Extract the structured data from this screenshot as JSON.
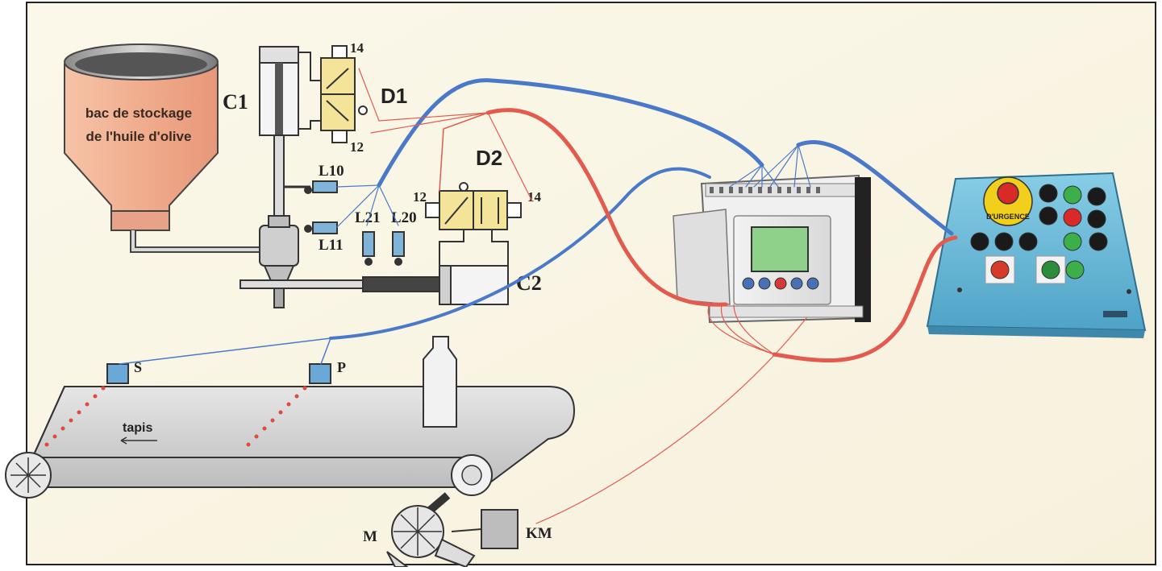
{
  "hopper": {
    "line1": "bac de stockage",
    "line2": "de l'huile d'olive"
  },
  "labels": {
    "c1": "C1",
    "c2": "C2",
    "d1": "D1",
    "d2": "D2",
    "port14_d1": "14",
    "port12_d1": "12",
    "port12_d2": "12",
    "port14_d2": "14",
    "l10": "L10",
    "l11": "L11",
    "l21": "L21",
    "l20": "L20",
    "s": "S",
    "p": "P",
    "tapis": "tapis",
    "m": "M",
    "km": "KM"
  },
  "panel": {
    "emergency_text": "D'URGENCE"
  },
  "plc": {
    "screen_line1": "",
    "screen_line2": ""
  },
  "colors": {
    "blue_wire": "#4a79c9",
    "red_wire": "#e35b4f",
    "hopper_fill": "#f2b79a",
    "valve_fill": "#f3e49a",
    "panel_fill": "#6cb9d8"
  }
}
